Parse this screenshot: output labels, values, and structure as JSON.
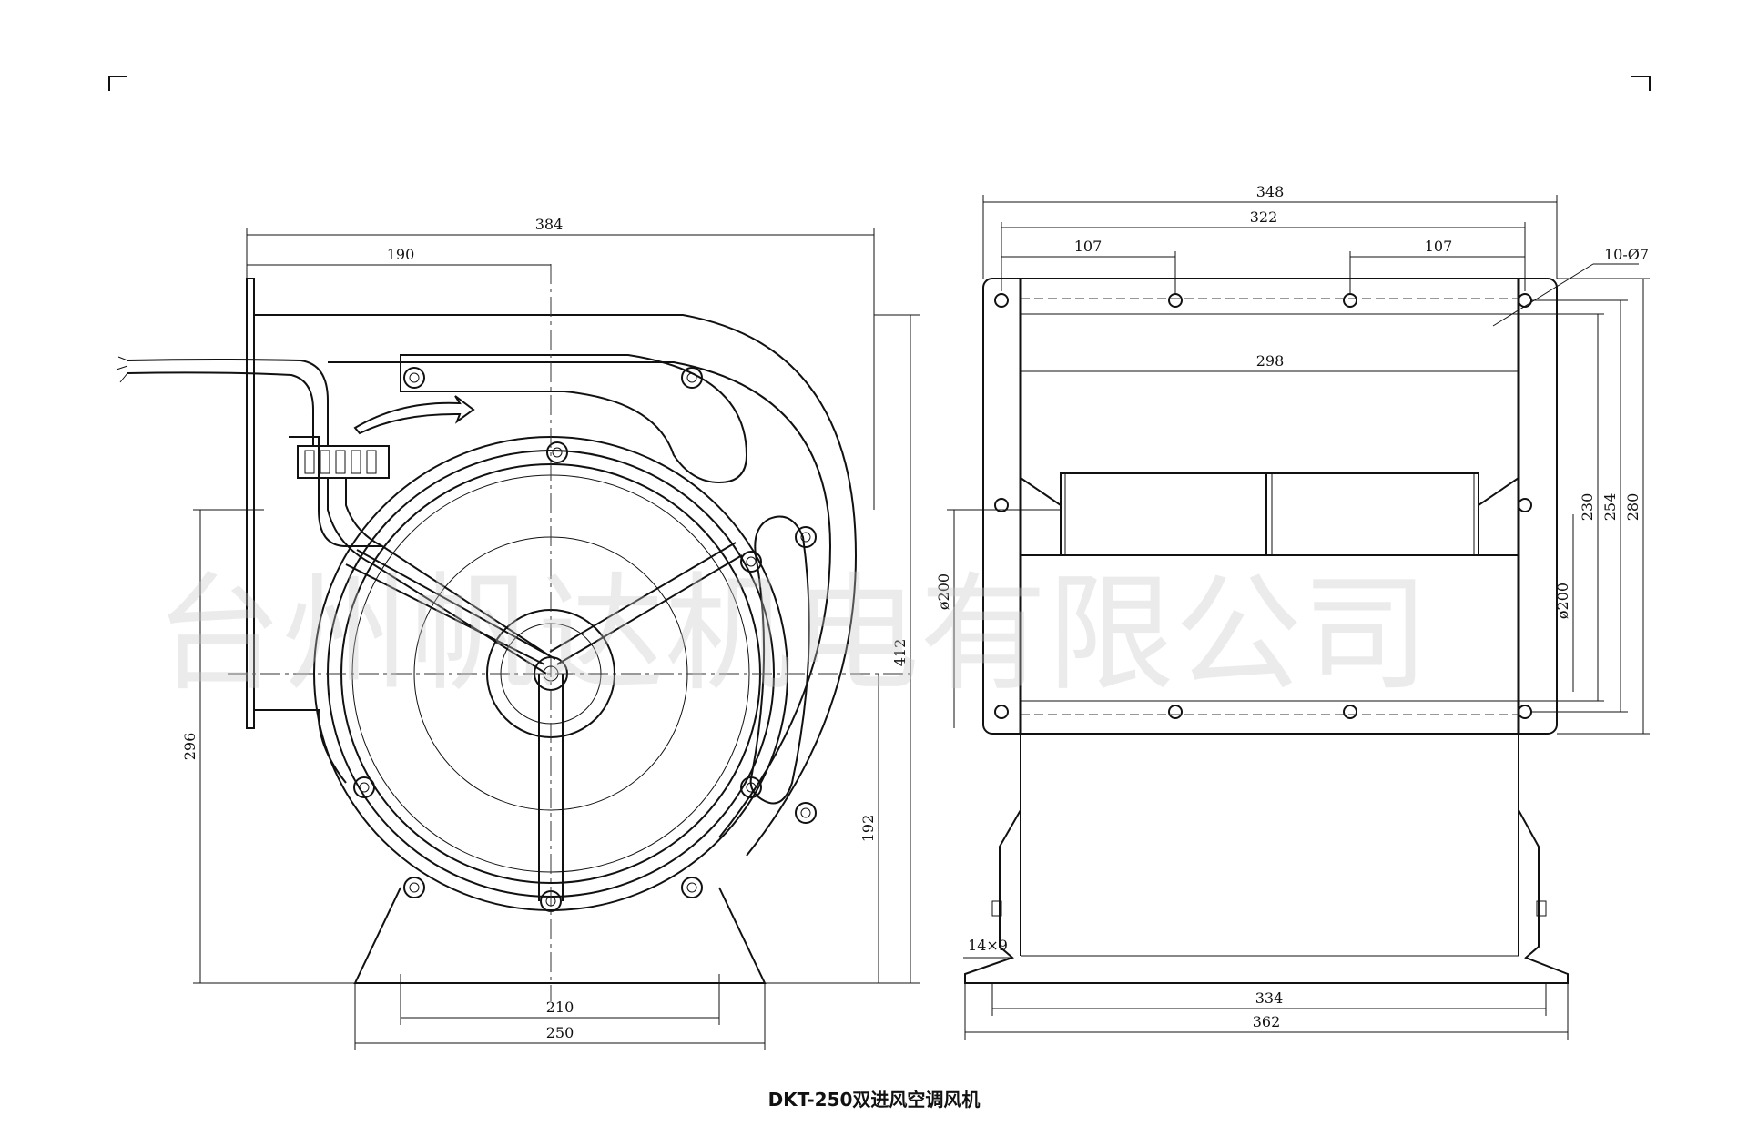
{
  "title": "DKT-250双进风空调风机",
  "watermark": "台州帆达机电有限公司",
  "left_view": {
    "overall_width": "384",
    "half_width": "190",
    "overall_height": "412",
    "axis_height": "296",
    "lower_height": "192",
    "base_hole_spacing": "210",
    "base_width": "250"
  },
  "right_view": {
    "flange_width": "348",
    "hole_span": "322",
    "hole_pitch_left": "107",
    "hole_pitch_right": "107",
    "holes": "10-Ø7",
    "outlet_width": "298",
    "outlet_height": "230",
    "hole_height": "254",
    "flange_height": "280",
    "inlet_dia_left": "ø200",
    "inlet_dia_right": "ø200",
    "slot": "14×9",
    "base_hole_spacing": "334",
    "base_width": "362"
  }
}
